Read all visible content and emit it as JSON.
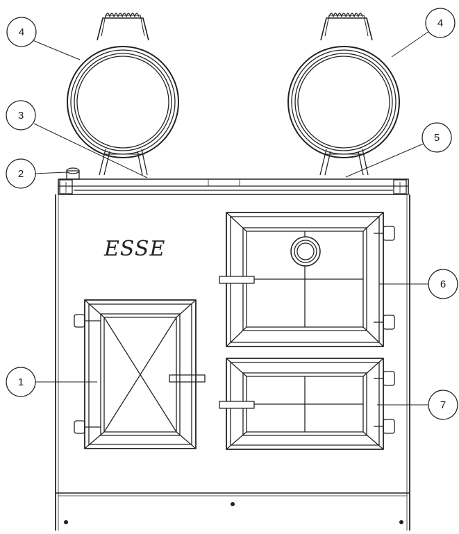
{
  "brand_logo": "ESSE",
  "callouts": [
    {
      "id": "callout-1",
      "label": "1"
    },
    {
      "id": "callout-2",
      "label": "2"
    },
    {
      "id": "callout-3",
      "label": "3"
    },
    {
      "id": "callout-4-left",
      "label": "4"
    },
    {
      "id": "callout-4-right",
      "label": "4"
    },
    {
      "id": "callout-5",
      "label": "5"
    },
    {
      "id": "callout-6",
      "label": "6"
    },
    {
      "id": "callout-7",
      "label": "7"
    }
  ]
}
